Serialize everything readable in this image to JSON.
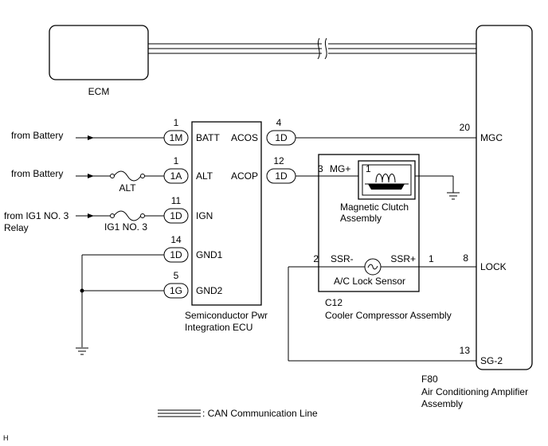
{
  "ecm": {
    "label": "ECM"
  },
  "semi_ecu": {
    "name_line1": "Semiconductor Pwr",
    "name_line2": "Integration ECU",
    "pins": [
      {
        "num": "1",
        "conn": "1M",
        "label": "BATT"
      },
      {
        "num": "1",
        "conn": "1A",
        "label": "ALT"
      },
      {
        "num": "11",
        "conn": "1D",
        "label": "IGN"
      },
      {
        "num": "14",
        "conn": "1D",
        "label": "GND1"
      },
      {
        "num": "5",
        "conn": "1G",
        "label": "GND2"
      }
    ],
    "out_pins": [
      {
        "num": "4",
        "conn": "1D",
        "label": "ACOS"
      },
      {
        "num": "12",
        "conn": "1D",
        "label": "ACOP"
      }
    ]
  },
  "sources": {
    "battery1": "from Battery",
    "battery2": "from Battery",
    "ig1_line1": "from IG1 NO. 3",
    "ig1_line2": "Relay"
  },
  "fuses": {
    "alt": "ALT",
    "ig1": "IG1 NO. 3"
  },
  "compressor": {
    "code": "C12",
    "name": "Cooler Compressor Assembly",
    "clutch_pin_left": "3",
    "clutch_pin_label": "MG+",
    "clutch_pin_right": "1",
    "clutch_line1": "Magnetic Clutch",
    "clutch_line2": "Assembly",
    "sensor_label": "A/C Lock Sensor",
    "ssr_minus_num": "2",
    "ssr_minus": "SSR-",
    "ssr_plus": "SSR+",
    "ssr_plus_num": "1"
  },
  "amplifier": {
    "code": "F80",
    "name_line1": "Air Conditioning Amplifier",
    "name_line2": "Assembly",
    "pins": [
      {
        "num": "20",
        "label": "MGC"
      },
      {
        "num": "8",
        "label": "LOCK"
      },
      {
        "num": "13",
        "label": "SG-2"
      }
    ]
  },
  "legend": {
    "can_line": ": CAN Communication Line"
  },
  "corner": {
    "mark": "H"
  }
}
